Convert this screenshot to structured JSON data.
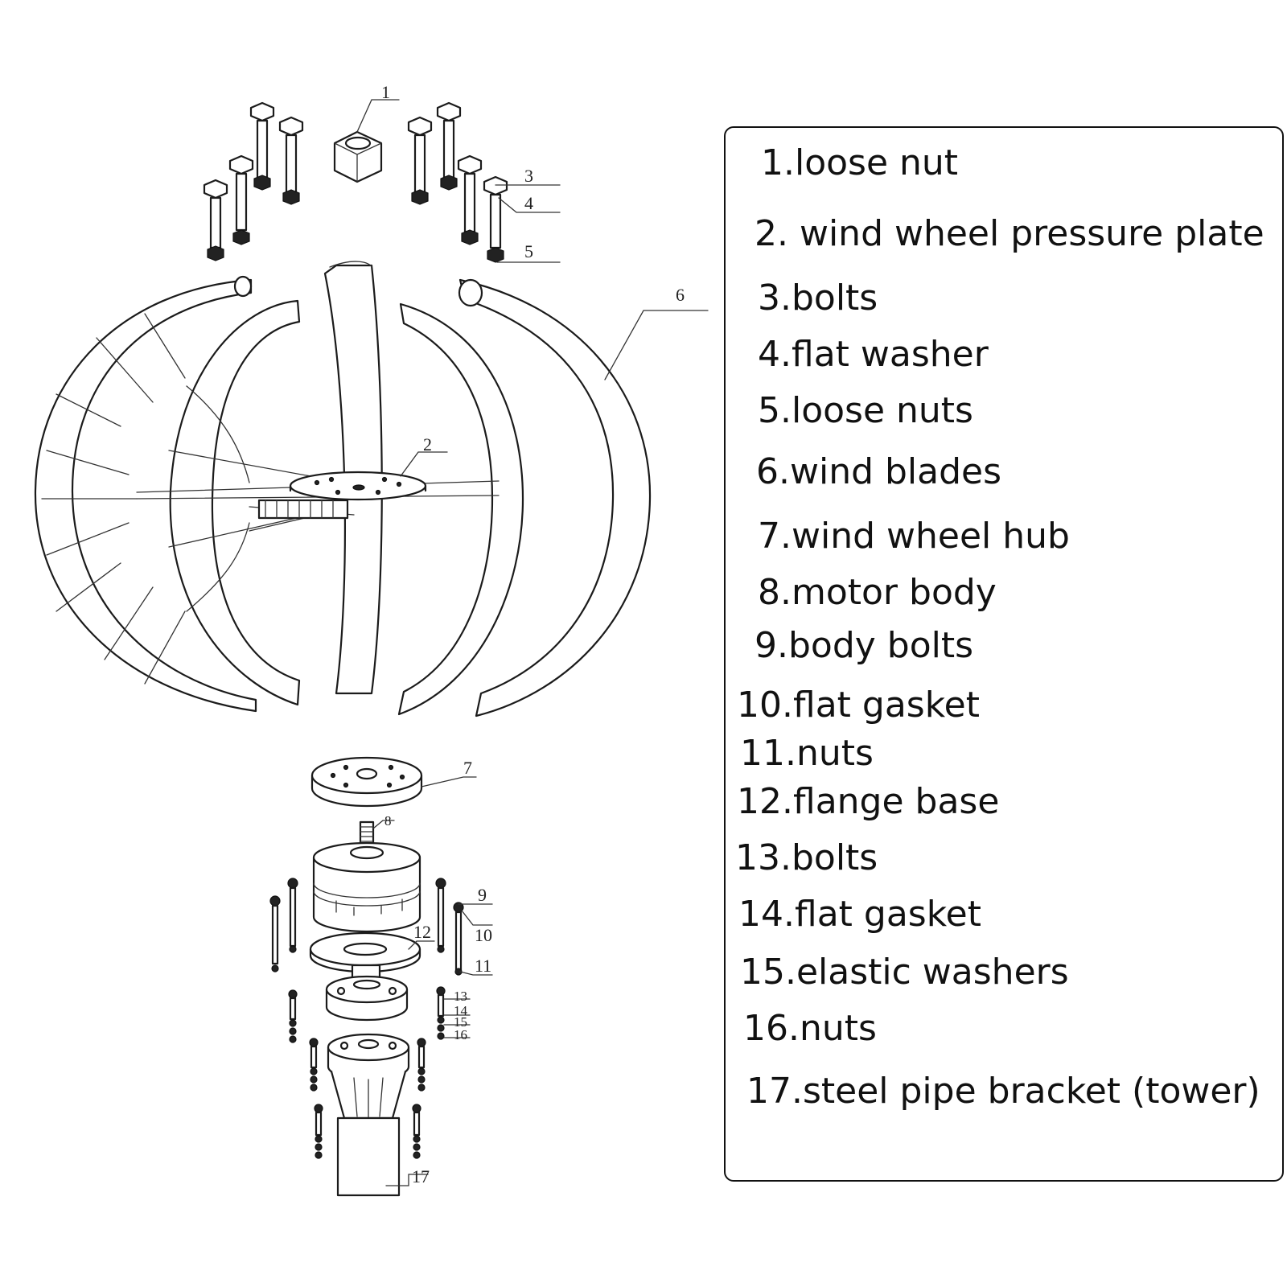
{
  "callouts": [
    "1",
    "2",
    "3",
    "4",
    "5",
    "6",
    "7",
    "8",
    "9",
    "10",
    "11",
    "12",
    "13",
    "14",
    "15",
    "16",
    "17"
  ],
  "legend": {
    "items": [
      "1.loose nut",
      "2. wind wheel pressure plate",
      "3.bolts",
      "4.flat washer",
      "5.loose nuts",
      "6.wind blades",
      "7.wind wheel hub",
      "8.motor body",
      "9.body bolts",
      "10.flat gasket",
      "11.nuts",
      "12.flange base",
      "13.bolts",
      "14.flat gasket",
      "15.elastic washers",
      "16.nuts",
      "17.steel pipe bracket (tower)"
    ]
  }
}
